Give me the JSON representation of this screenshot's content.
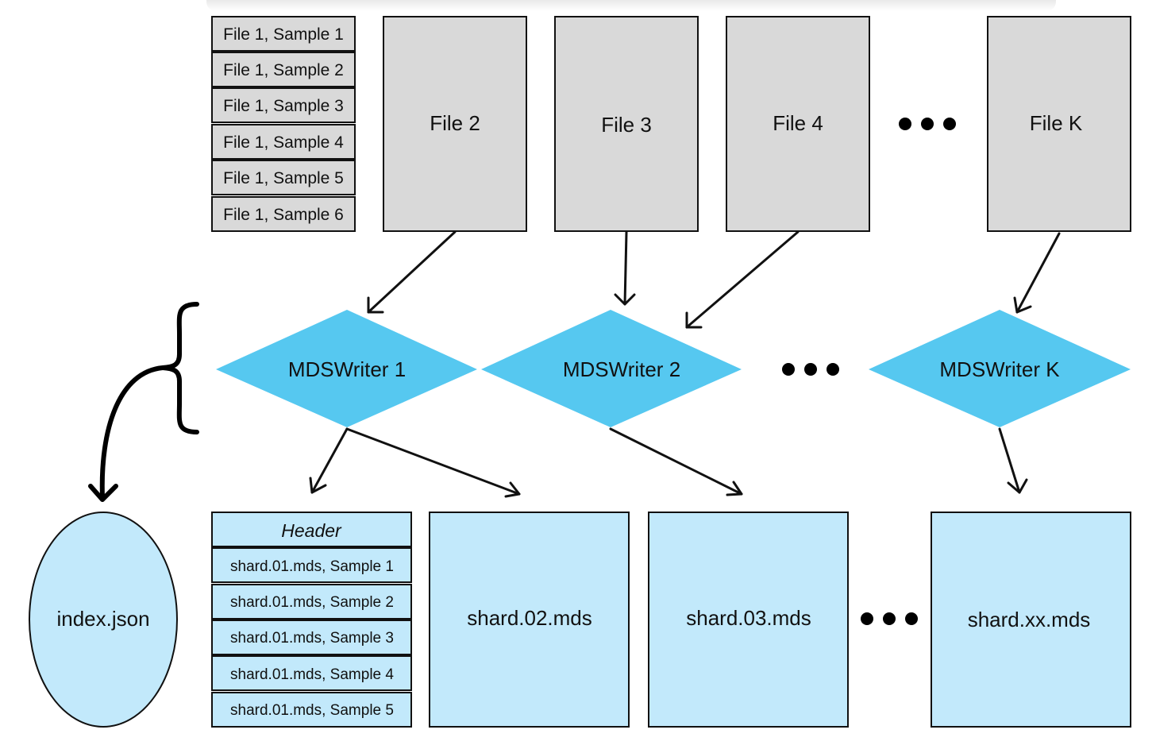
{
  "source_files": {
    "file1_samples": [
      "File 1, Sample 1",
      "File 1, Sample 2",
      "File 1, Sample 3",
      "File 1, Sample 4",
      "File 1, Sample 5",
      "File 1, Sample 6"
    ],
    "file2": "File 2",
    "file3": "File 3",
    "file4": "File 4",
    "fileK": "File K"
  },
  "writers": {
    "writer1": "MDSWriter 1",
    "writer2": "MDSWriter 2",
    "writerK": "MDSWriter K"
  },
  "outputs": {
    "index": "index.json",
    "shard01_header": "Header",
    "shard01_samples": [
      "shard.01.mds, Sample 1",
      "shard.01.mds, Sample 2",
      "shard.01.mds, Sample 3",
      "shard.01.mds, Sample 4",
      "shard.01.mds, Sample 5"
    ],
    "shard02": "shard.02.mds",
    "shard03": "shard.03.mds",
    "shardxx": "shard.xx.mds"
  },
  "colors": {
    "file_fill": "#d9d9d9",
    "writer_fill": "#56c8f0",
    "shard_fill": "#c2e9fb",
    "stroke": "#111111"
  }
}
